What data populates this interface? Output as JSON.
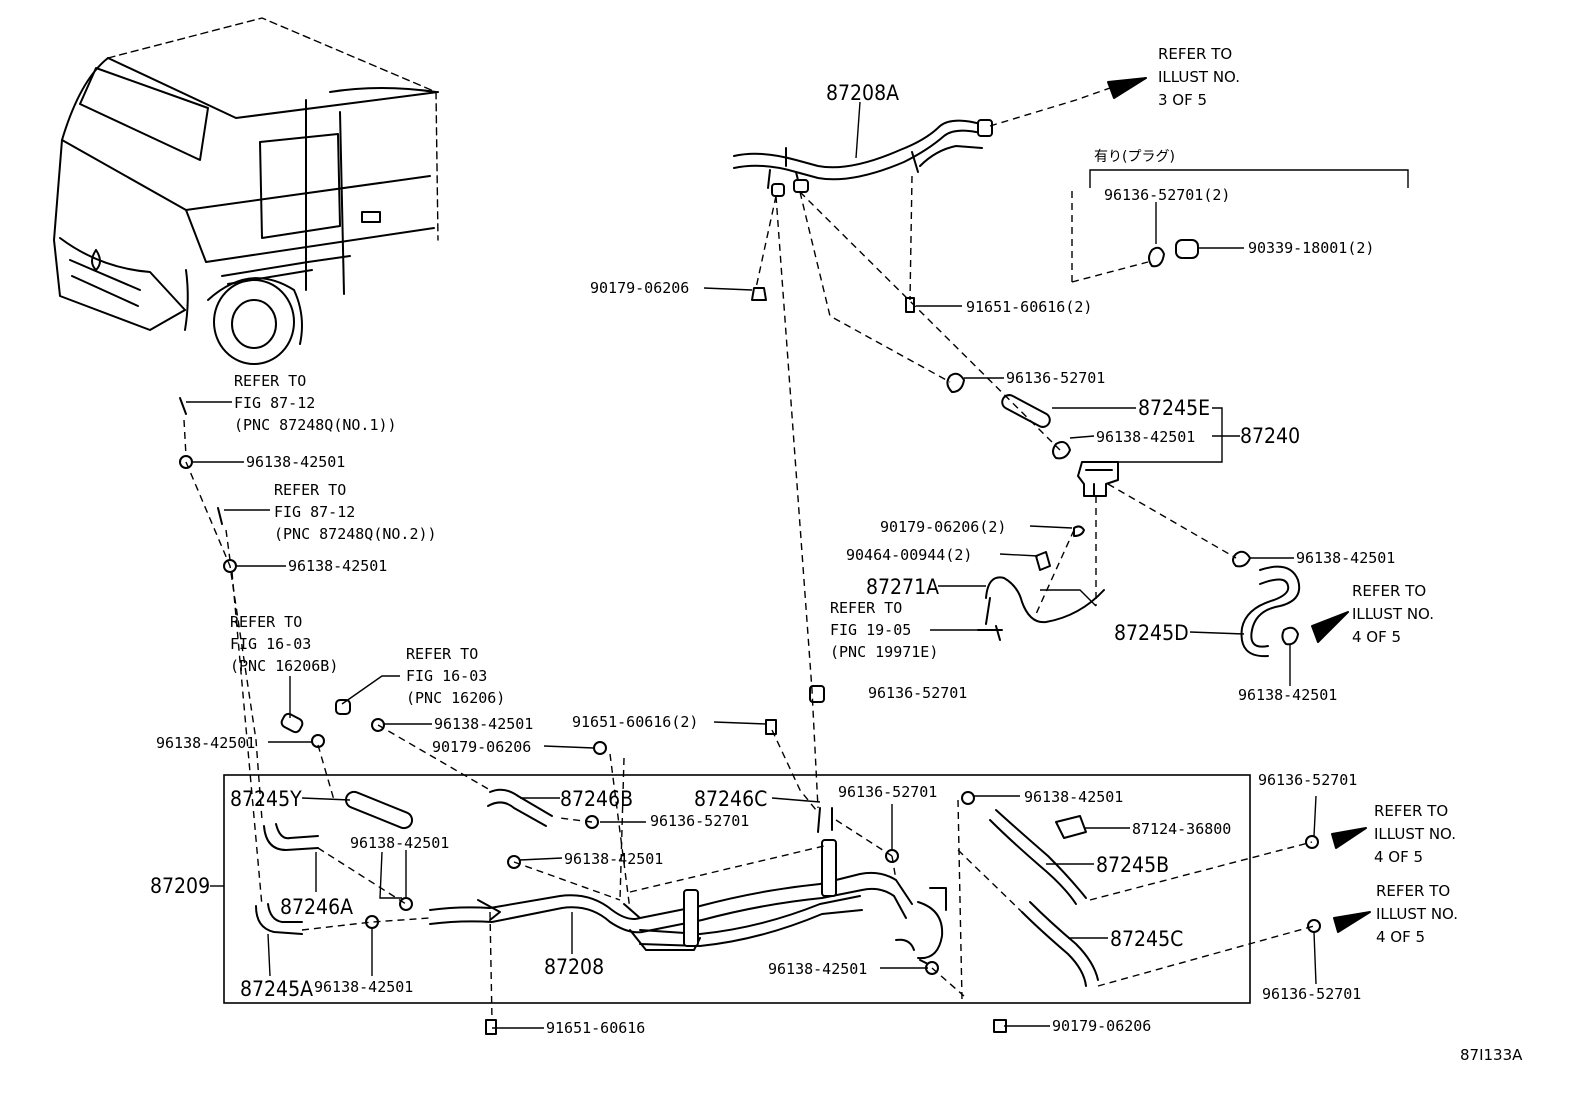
{
  "labels": {
    "l_87208A": "87208A",
    "l_87209": "87209",
    "l_87208": "87208",
    "l_87240": "87240",
    "l_87245E": "87245E",
    "l_87245D": "87245D",
    "l_87245Y": "87245Y",
    "l_87246A": "87246A",
    "l_87245A": "87245A",
    "l_87246B": "87246B",
    "l_87246C": "87246C",
    "l_87245B": "87245B",
    "l_87245C": "87245C",
    "l_87271A": "87271A",
    "p_90179_06206_top": "90179-06206",
    "p_91651_60616_2_top": "91651-60616(2)",
    "p_96136_52701_2": "96136-52701(2)",
    "p_90339_18001_2": "90339-18001(2)",
    "p_96136_52701_e": "96136-52701",
    "p_96138_42501_e": "96138-42501",
    "p_90179_06206_2": "90179-06206(2)",
    "p_90464_00944_2": "90464-00944(2)",
    "p_96138_42501_d1": "96138-42501",
    "p_96138_42501_d2": "96138-42501",
    "p_96138_42501_l1": "96138-42501",
    "p_96138_42501_l2": "96138-42501",
    "p_96136_52701_mid": "96136-52701",
    "p_96138_42501_m1": "96138-42501",
    "p_96138_42501_m2": "96138-42501",
    "p_91651_60616_2_mid": "91651-60616(2)",
    "p_90179_06206_mid": "90179-06206",
    "p_96136_52701_b": "96136-52701",
    "p_96138_42501_b1": "96138-42501",
    "p_96138_42501_b2": "96138-42501",
    "p_96136_52701_c": "96136-52701",
    "p_96138_42501_c": "96138-42501",
    "p_87124_36800": "87124-36800",
    "p_96138_42501_bot": "96138-42501",
    "p_96138_42501_bl": "96138-42501",
    "p_96136_52701_r1": "96136-52701",
    "p_96136_52701_r2": "96136-52701",
    "p_91651_60616_bot": "91651-60616",
    "p_90179_06206_bot": "90179-06206",
    "plug_note": "有り(プラグ)",
    "diagram_code": "87I133A"
  },
  "refs": {
    "r_3of5": [
      "REFER TO",
      "ILLUST NO.",
      "3 OF 5"
    ],
    "r_4of5_a": [
      "REFER TO",
      "ILLUST NO.",
      "4 OF 5"
    ],
    "r_4of5_b": [
      "REFER TO",
      "ILLUST NO.",
      "4 OF 5"
    ],
    "r_4of5_c": [
      "REFER TO",
      "ILLUST NO.",
      "4 OF 5"
    ],
    "r_fig8712_1": [
      "REFER TO",
      "FIG 87-12",
      "(PNC 87248Q(NO.1))"
    ],
    "r_fig8712_2": [
      "REFER TO",
      "FIG 87-12",
      "(PNC 87248Q(NO.2))"
    ],
    "r_fig1603_b": [
      "REFER TO",
      "FIG 16-03",
      "(PNC 16206B)"
    ],
    "r_fig1603": [
      "REFER TO",
      "FIG 16-03",
      "(PNC 16206)"
    ],
    "r_fig1905": [
      "REFER TO",
      "FIG 19-05",
      "(PNC 19971E)"
    ]
  }
}
